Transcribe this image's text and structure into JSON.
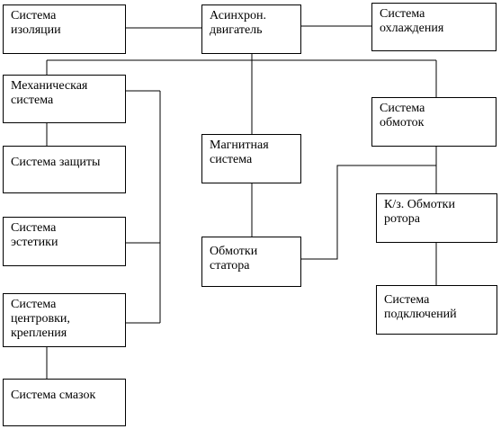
{
  "diagram": {
    "nodes": {
      "motor": "Асинхрон.\nдвигатель",
      "insulation": "Система\nизоляции",
      "cooling": "Система\nохлаждения",
      "mechanical": "Механическая\nсистема",
      "protection": "Система защиты",
      "aesthetics": "Система\nэстетики",
      "alignment": "Система\nцентровки,\nкрепления",
      "lubrication": "Система  смазок",
      "magnetic": "Магнитная\nсистема",
      "stator": "Обмотки\nстатора",
      "windings": "Система\nобмоток",
      "rotor": "К/з. Обмотки\nротора",
      "connections": "Система\nподключений"
    },
    "line_color": "#000000",
    "background": "#ffffff"
  }
}
